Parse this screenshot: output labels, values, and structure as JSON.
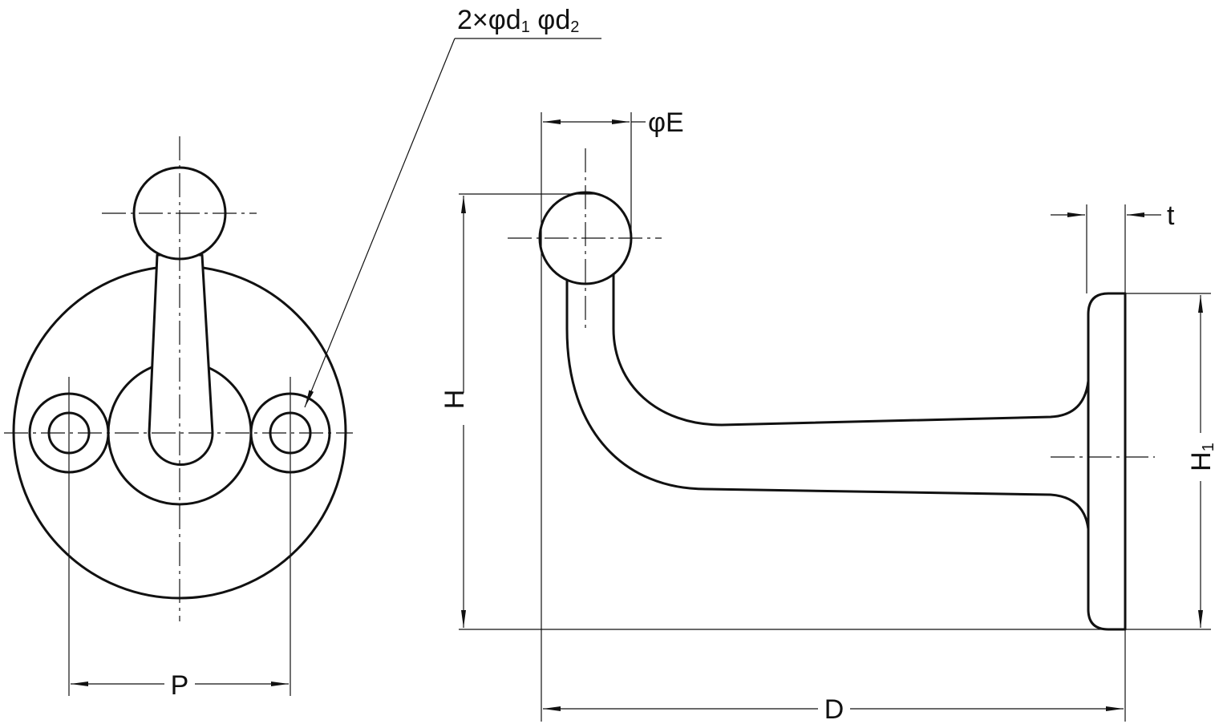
{
  "labels": {
    "holes_prefix": "2×φd",
    "holes_sub1": "1",
    "holes_mid": " φd",
    "holes_sub2": "2",
    "ball_diameter": "φE",
    "thickness": "t",
    "height": "H",
    "plate_height": "H",
    "plate_height_sub": "1",
    "pitch": "P",
    "depth": "D"
  }
}
